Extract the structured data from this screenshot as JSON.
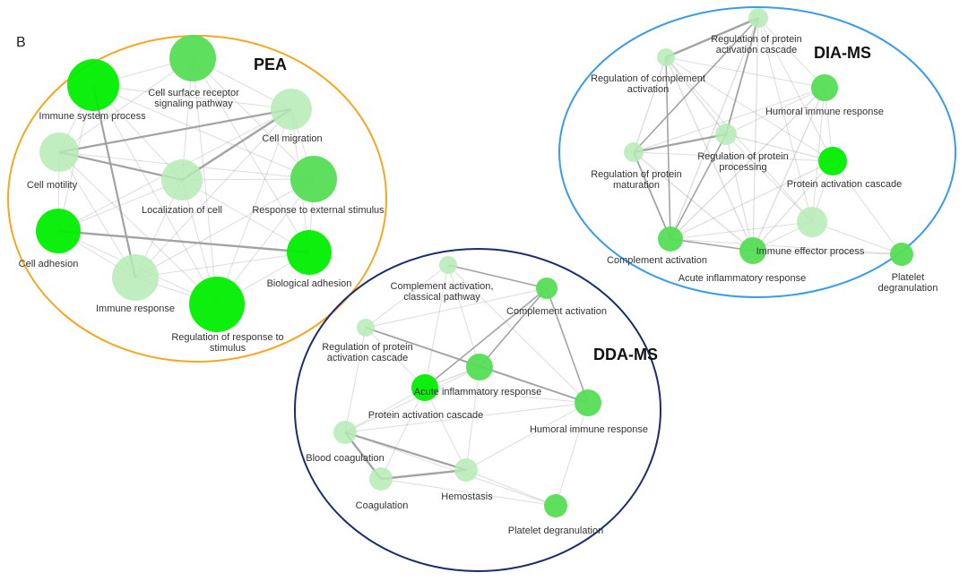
{
  "panel_label": "B",
  "colors": {
    "pea_outline": "#f5a623",
    "dia_outline": "#3a9be8",
    "dda_outline": "#1c2c6b",
    "edge": "#9e9e9e",
    "node_strong": "#00ee00",
    "node_mid": "#55dd55",
    "node_light": "#b6ebb6"
  },
  "networks": [
    {
      "id": "pea",
      "title": "PEA",
      "nodes": [
        {
          "id": "isp",
          "label": [
            "Immune system process"
          ],
          "shade": "strong"
        },
        {
          "id": "csr",
          "label": [
            "Cell surface receptor",
            "signaling pathway"
          ],
          "shade": "mid"
        },
        {
          "id": "cm",
          "label": [
            "Cell migration"
          ],
          "shade": "light"
        },
        {
          "id": "cmot",
          "label": [
            "Cell motility"
          ],
          "shade": "light"
        },
        {
          "id": "loc",
          "label": [
            "Localization of cell"
          ],
          "shade": "light"
        },
        {
          "id": "res",
          "label": [
            "Response to external stimulus"
          ],
          "shade": "mid"
        },
        {
          "id": "ca",
          "label": [
            "Cell adhesion"
          ],
          "shade": "strong"
        },
        {
          "id": "ir",
          "label": [
            "Immune response"
          ],
          "shade": "light"
        },
        {
          "id": "rrs",
          "label": [
            "Regulation of response to",
            "stimulus"
          ],
          "shade": "strong"
        },
        {
          "id": "ba",
          "label": [
            "Biological adhesion"
          ],
          "shade": "strong"
        }
      ]
    },
    {
      "id": "dia",
      "title": "DIA-MS",
      "nodes": [
        {
          "id": "rpac",
          "label": [
            "Regulation of protein",
            "activation cascade"
          ],
          "shade": "light"
        },
        {
          "id": "rcomp",
          "label": [
            "Regulation of complement",
            "activation"
          ],
          "shade": "light"
        },
        {
          "id": "hir",
          "label": [
            "Humoral immune response"
          ],
          "shade": "mid"
        },
        {
          "id": "rpp",
          "label": [
            "Regulation of protein",
            "processing"
          ],
          "shade": "light"
        },
        {
          "id": "rpm",
          "label": [
            "Regulation of protein",
            "maturation"
          ],
          "shade": "light"
        },
        {
          "id": "pac",
          "label": [
            "Protein activation cascade"
          ],
          "shade": "strong"
        },
        {
          "id": "iep",
          "label": [
            "Immune effector process"
          ],
          "shade": "light"
        },
        {
          "id": "compa",
          "label": [
            "Complement activation"
          ],
          "shade": "mid"
        },
        {
          "id": "air",
          "label": [
            "Acute inflammatory response"
          ],
          "shade": "mid"
        },
        {
          "id": "pd",
          "label": [
            "Platelet",
            "degranulation"
          ],
          "shade": "mid"
        }
      ]
    },
    {
      "id": "dda",
      "title": "DDA-MS",
      "nodes": [
        {
          "id": "cacp",
          "label": [
            "Complement activation,",
            "classical pathway"
          ],
          "shade": "light"
        },
        {
          "id": "compa",
          "label": [
            "Complement activation"
          ],
          "shade": "mid"
        },
        {
          "id": "rpac",
          "label": [
            "Regulation of protein",
            "activation cascade"
          ],
          "shade": "light"
        },
        {
          "id": "air",
          "label": [
            "Acute inflammatory response"
          ],
          "shade": "mid"
        },
        {
          "id": "pac",
          "label": [
            "Protein activation cascade"
          ],
          "shade": "strong"
        },
        {
          "id": "hir",
          "label": [
            "Humoral immune response"
          ],
          "shade": "mid"
        },
        {
          "id": "bc",
          "label": [
            "Blood coagulation"
          ],
          "shade": "light"
        },
        {
          "id": "hem",
          "label": [
            "Hemostasis"
          ],
          "shade": "light"
        },
        {
          "id": "coag",
          "label": [
            "Coagulation"
          ],
          "shade": "light"
        },
        {
          "id": "pd",
          "label": [
            "Platelet degranulation"
          ],
          "shade": "mid"
        }
      ]
    }
  ]
}
